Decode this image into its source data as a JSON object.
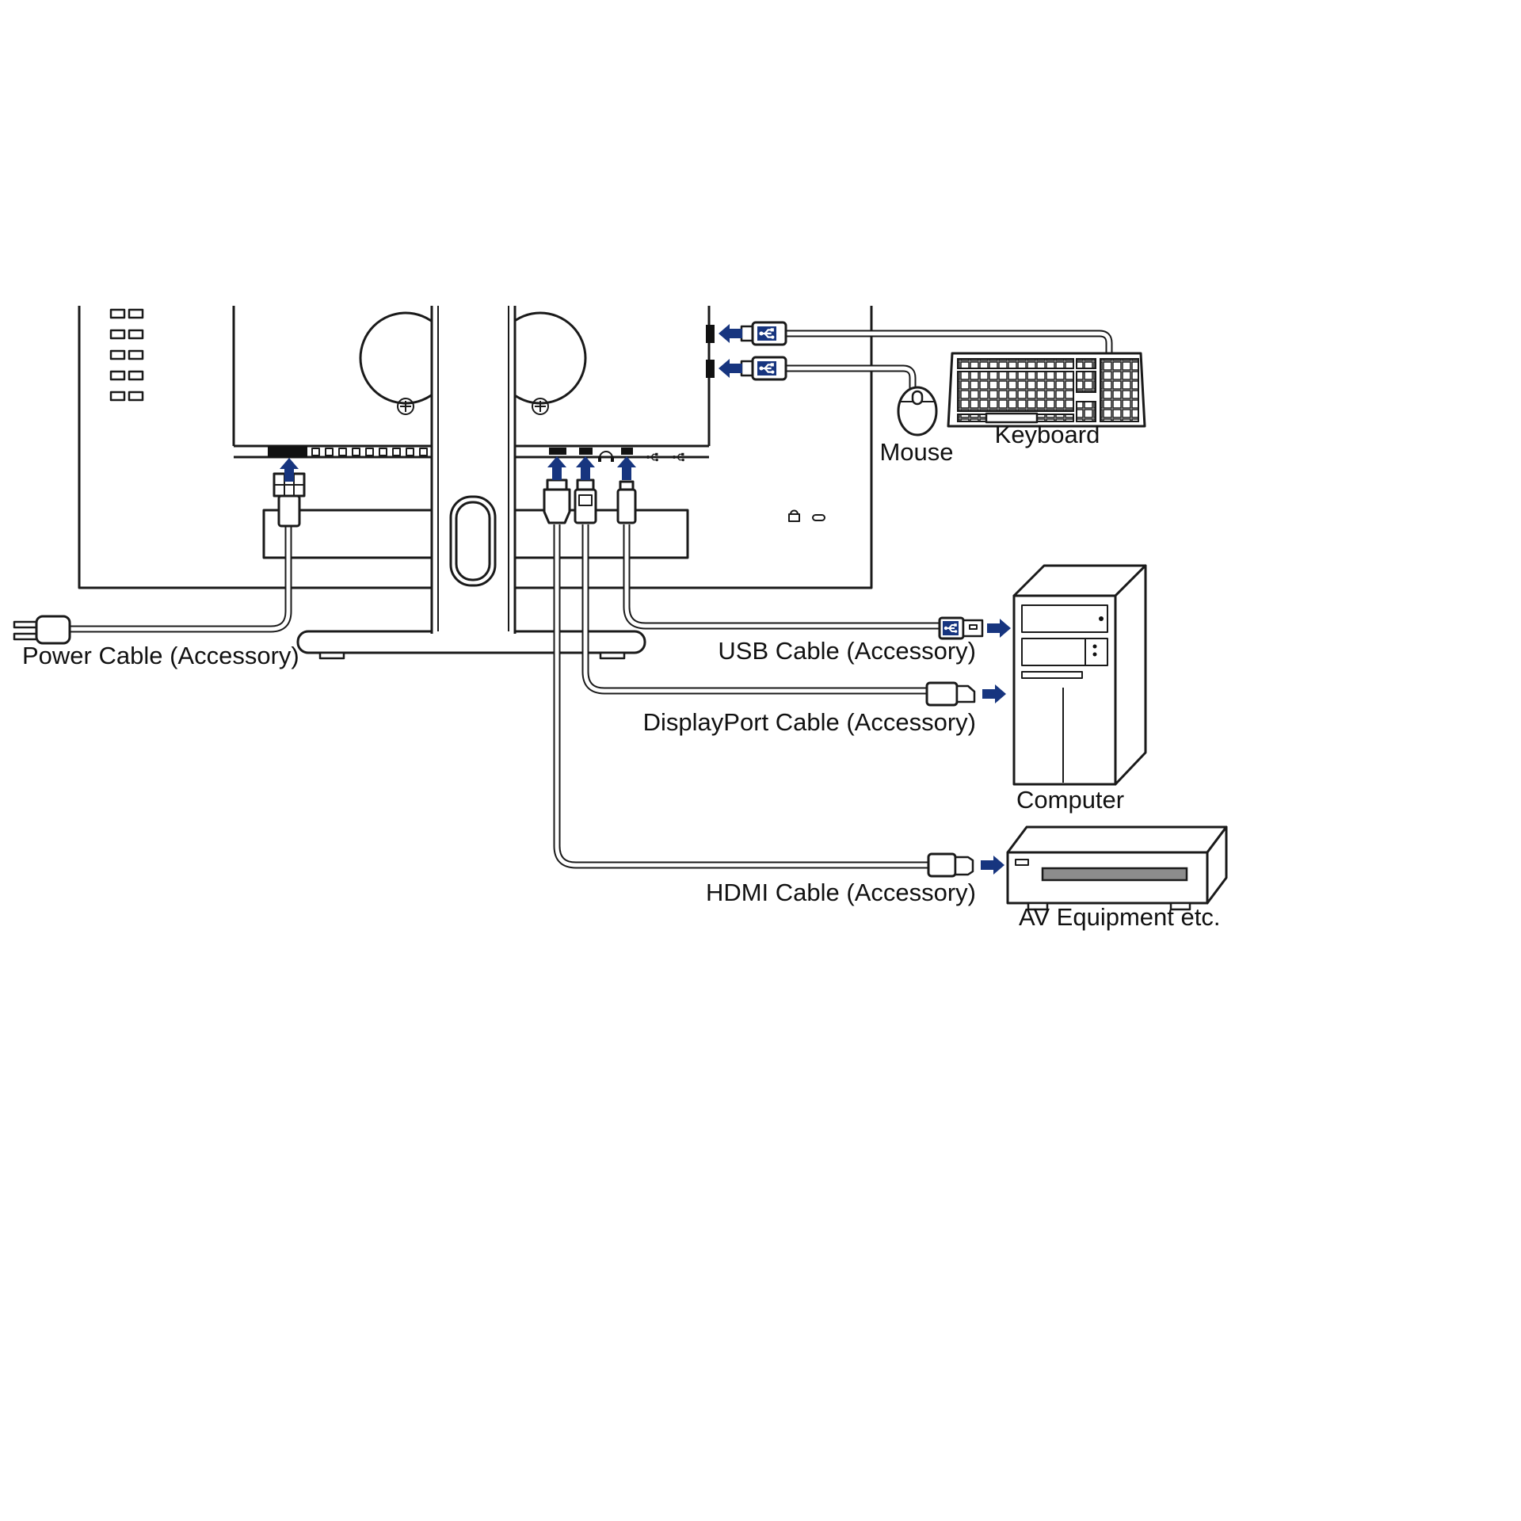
{
  "diagram": {
    "colors": {
      "line": "#1a1a1a",
      "arrow_blue": "#17357f"
    },
    "labels": {
      "power_cable": "Power Cable (Accessory)",
      "usb_cable": "USB Cable (Accessory)",
      "displayport_cable": "DisplayPort Cable (Accessory)",
      "hdmi_cable": "HDMI Cable (Accessory)",
      "mouse": "Mouse",
      "keyboard": "Keyboard",
      "computer": "Computer",
      "av_equipment": "AV Equipment etc."
    }
  }
}
